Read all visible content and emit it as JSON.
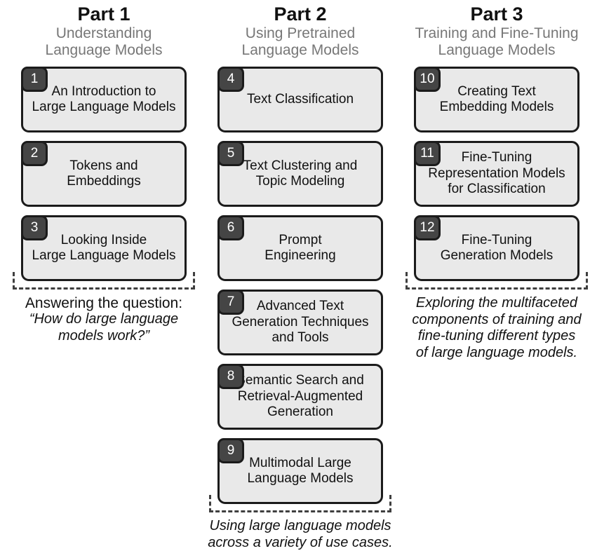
{
  "colors": {
    "background": "#ffffff",
    "text": "#111111",
    "subtitle_gray": "#777777",
    "box_fill": "#e9e9e9",
    "box_border": "#1b1b1b",
    "badge_fill": "#454545",
    "badge_text": "#ffffff",
    "bracket": "#3f3f3f"
  },
  "parts": [
    {
      "title": "Part 1",
      "subtitle": "Understanding\nLanguage Models",
      "chapters": [
        {
          "number": "1",
          "title": "An Introduction to\nLarge Language Models"
        },
        {
          "number": "2",
          "title": "Tokens and\nEmbeddings"
        },
        {
          "number": "3",
          "title": "Looking Inside\nLarge Language Models"
        }
      ],
      "caption_lead": "Answering the question:",
      "caption_italic": "“How do large language\nmodels work?”"
    },
    {
      "title": "Part 2",
      "subtitle": "Using Pretrained\nLanguage Models",
      "chapters": [
        {
          "number": "4",
          "title": "Text Classification"
        },
        {
          "number": "5",
          "title": "Text Clustering and\nTopic Modeling"
        },
        {
          "number": "6",
          "title": "Prompt\nEngineering"
        },
        {
          "number": "7",
          "title": "Advanced Text\nGeneration Techniques\nand Tools"
        },
        {
          "number": "8",
          "title": "Semantic Search and\nRetrieval-Augmented\nGeneration"
        },
        {
          "number": "9",
          "title": "Multimodal Large\nLanguage Models"
        }
      ],
      "caption_italic": "Using large language models\nacross a variety of use cases."
    },
    {
      "title": "Part 3",
      "subtitle": "Training and Fine-Tuning\nLanguage Models",
      "chapters": [
        {
          "number": "10",
          "title": "Creating Text\nEmbedding Models"
        },
        {
          "number": "11",
          "title": "Fine-Tuning\nRepresentation Models\nfor Classification"
        },
        {
          "number": "12",
          "title": "Fine-Tuning\nGeneration Models"
        }
      ],
      "caption_italic": "Exploring the multifaceted\ncomponents of training and\nfine-tuning different types\nof large language models."
    }
  ]
}
